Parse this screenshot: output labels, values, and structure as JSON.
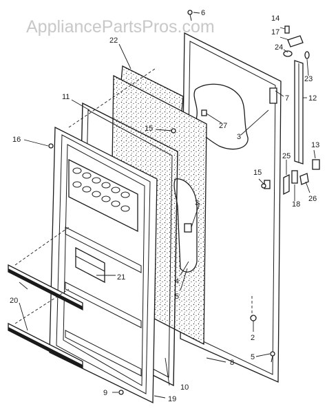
{
  "watermark": "AppliancePartsPros.com",
  "callouts": {
    "c2": "2",
    "c3a": "3",
    "c3b": "3",
    "c4": "4",
    "c5a": "5",
    "c5b": "5",
    "c6": "6",
    "c7": "7",
    "c8": "8",
    "c9": "9",
    "c10": "10",
    "c11": "11",
    "c12": "12",
    "c13": "13",
    "c14": "14",
    "c15a": "15",
    "c15b": "15",
    "c16": "16",
    "c17": "17",
    "c18": "18",
    "c19": "19",
    "c20": "20",
    "c21": "21",
    "c22": "22",
    "c23": "23",
    "c24": "24",
    "c25": "25",
    "c26": "26",
    "c27": "27"
  }
}
